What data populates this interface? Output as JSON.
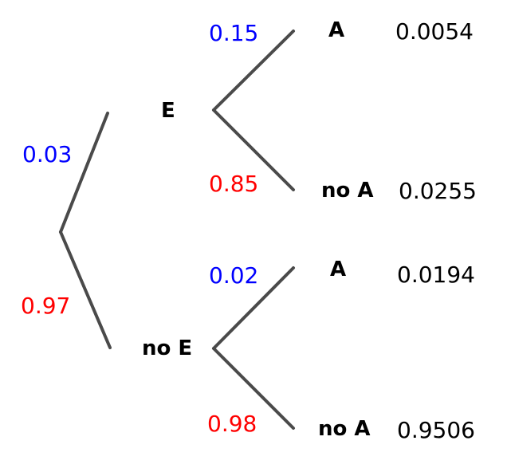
{
  "colors": {
    "first_outcome_prob": "#0000ff",
    "second_outcome_prob": "#ff0000",
    "branch_line": "#4a4a4a",
    "text": "#000000"
  },
  "level1": {
    "prob_E": "0.03",
    "prob_not_E": "0.97",
    "node_E": "E",
    "node_not_E": "no E"
  },
  "given_E": {
    "prob_A": "0.15",
    "prob_not_A": "0.85",
    "node_A": "A",
    "node_not_A": "no A",
    "joint_A": "0.0054",
    "joint_not_A": "0.0255"
  },
  "given_not_E": {
    "prob_A": "0.02",
    "prob_not_A": "0.98",
    "node_A": "A",
    "node_not_A": "no A",
    "joint_A": "0.0194",
    "joint_not_A": "0.9506"
  }
}
